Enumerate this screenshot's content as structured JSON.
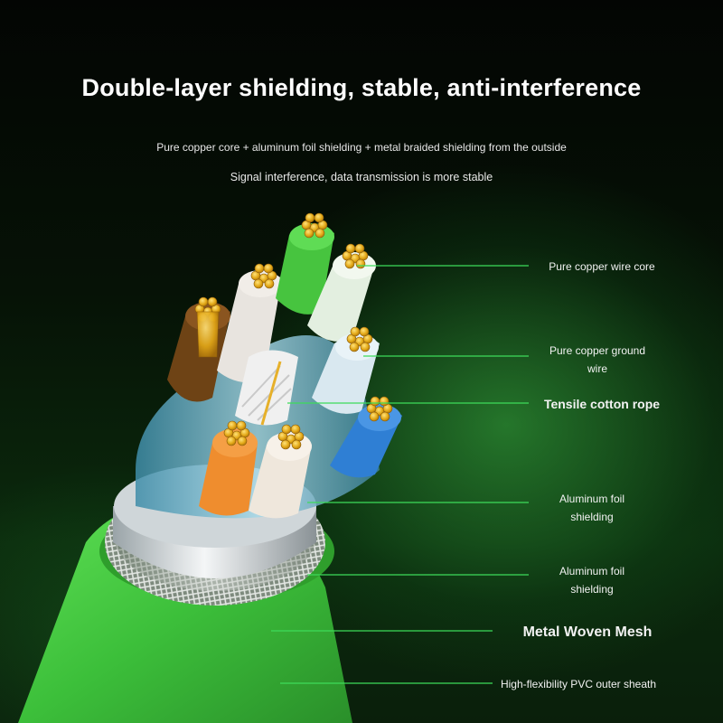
{
  "headline": "Double-layer shielding, stable, anti-interference",
  "subline1": "Pure copper core + aluminum foil shielding + metal braided shielding from the outside",
  "subline2": "Signal interference, data transmission is more stable",
  "callouts": {
    "copper_core": "Pure copper wire core",
    "ground_wire_1": "Pure copper ground",
    "ground_wire_2": "wire",
    "cotton_rope": "Tensile cotton rope",
    "foil_a_1": "Aluminum foil",
    "foil_a_2": "shielding",
    "foil_b_1": "Aluminum foil",
    "foil_b_2": "shielding",
    "woven_mesh": "Metal Woven Mesh",
    "pvc_sheath": "High-flexibility PVC outer sheath"
  },
  "colors": {
    "accent_line": "#3ddc5a",
    "sheath": "#3fc63a",
    "copper": "#e8b020",
    "foil": "#8fc6d8"
  }
}
